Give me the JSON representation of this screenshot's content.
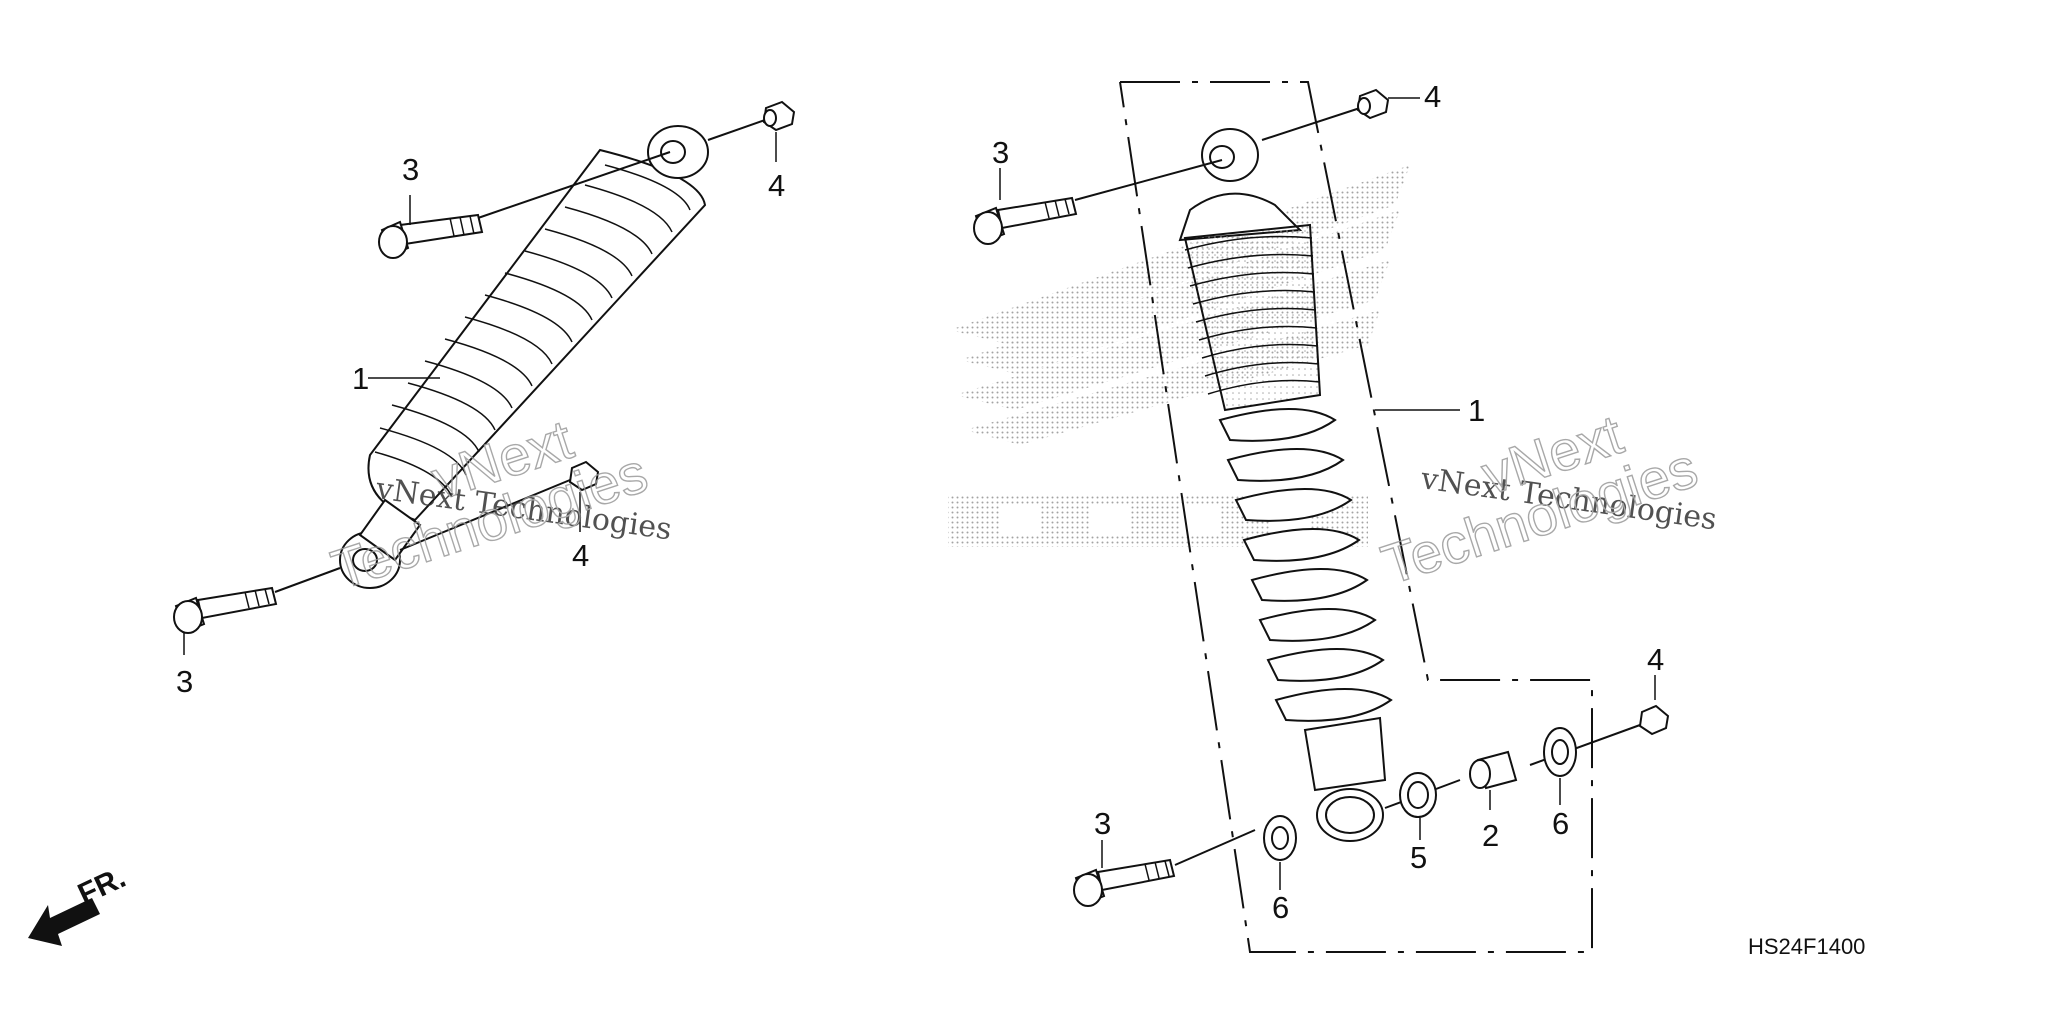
{
  "diagram": {
    "diagram_code": "HS24F1400",
    "front_label": "FR.",
    "watermark": {
      "line1": "vNext Technologies",
      "outline_line1": "vNext",
      "outline_line2": "Technologies"
    },
    "left_assembly": {
      "callouts": [
        "1",
        "3",
        "3",
        "4",
        "4"
      ]
    },
    "right_assembly": {
      "callouts": [
        "1",
        "2",
        "3",
        "3",
        "4",
        "4",
        "5",
        "6",
        "6"
      ]
    },
    "background_logo": "honda-wing-logo",
    "arrow_icon": "front-direction-arrow"
  }
}
